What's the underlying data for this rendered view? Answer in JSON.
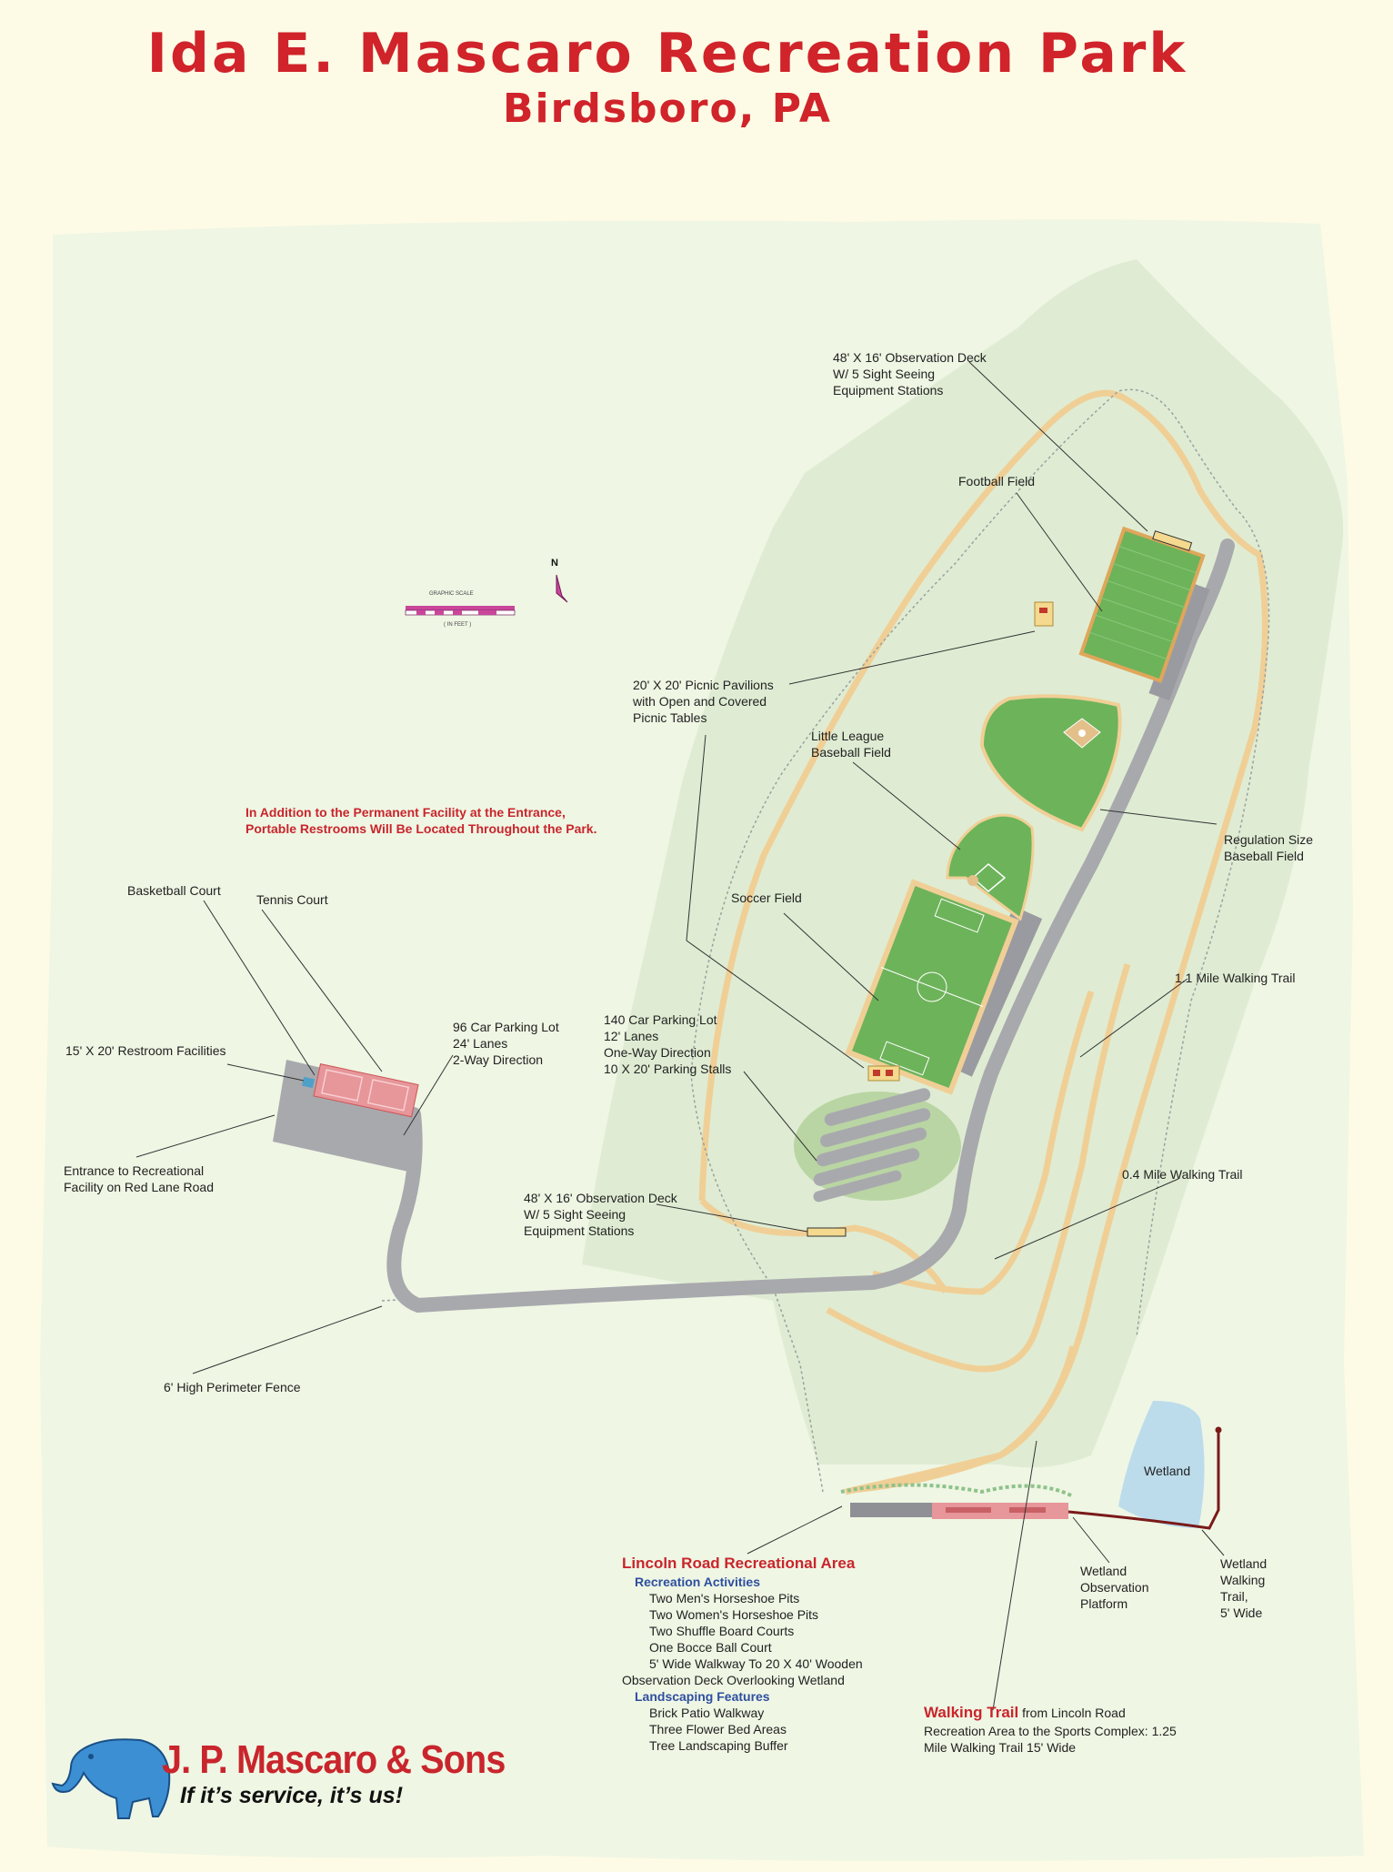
{
  "title": "Ida E. Mascaro Recreation Park",
  "subtitle": "Birdsboro, PA",
  "compass_letter": "N",
  "scale_bar": {
    "label": "GRAPHIC SCALE",
    "units": "( IN FEET )"
  },
  "restroom_note": "In Addition to the Permanent Facility at the Entrance,\nPortable Restrooms Will Be Located Throughout the Park.",
  "labels": {
    "obs_deck_top": "48' X 16' Observation Deck\nW/ 5 Sight Seeing\nEquipment Stations",
    "football_field": "Football Field",
    "picnic_pavilions": "20' X 20' Picnic Pavilions\n with Open and Covered\nPicnic Tables",
    "little_league": "Little League\nBaseball Field",
    "regulation_baseball": "Regulation Size\nBaseball Field",
    "basketball_court": "Basketball Court",
    "tennis_court": "Tennis Court",
    "soccer_field": "Soccer Field",
    "walking_trail_1_1": "1.1 Mile Walking Trail",
    "restroom_facilities": "15' X 20' Restroom Facilities",
    "parking_96": "96 Car Parking Lot\n24' Lanes\n2-Way Direction",
    "parking_140": "140 Car Parking Lot\n12' Lanes\nOne-Way Direction\n10 X 20' Parking Stalls",
    "entrance": "Entrance to Recreational\nFacility on Red Lane Road",
    "obs_deck_bottom": "48' X 16' Observation Deck\nW/ 5 Sight Seeing\nEquipment Stations",
    "walking_trail_0_4": "0.4 Mile Walking Trail",
    "perimeter_fence": "6' High Perimeter Fence",
    "wetland": "Wetland",
    "wetland_platform": "Wetland\nObservation\nPlatform",
    "wetland_trail": "Wetland\nWalking\nTrail,\n5' Wide"
  },
  "lincoln": {
    "heading": "Lincoln Road Recreational Area",
    "activities_heading": "Recreation Activities",
    "activities": [
      "Two Men's Horseshoe Pits",
      "Two Women's Horseshoe Pits",
      "Two Shuffle Board Courts",
      "One Bocce Ball Court",
      "5' Wide Walkway To 20 X 40' Wooden"
    ],
    "activities_tail": "Observation Deck Overlooking Wetland",
    "landscaping_heading": "Landscaping Features",
    "landscaping": [
      "Brick Patio Walkway",
      "Three Flower Bed Areas",
      "Tree Landscaping Buffer"
    ]
  },
  "walking_trail_note": {
    "bold": "Walking Trail",
    "rest": " from Lincoln Road\nRecreation Area to the Sports Complex:  1.25\nMile Walking Trail 15' Wide"
  },
  "company": {
    "name": "J. P. Mascaro & Sons",
    "tagline": "If it’s service, it’s us!"
  },
  "colors": {
    "title_red": "#d0232a",
    "background": "#fdfbe6",
    "park_light": "#eff6e4",
    "park_green": "#dfecd3",
    "field_green": "#6db35a",
    "trail": "#f0cf96",
    "road": "#a8a9ad",
    "wetland_blue": "#bcdcec",
    "logo_blue": "#3c8fd2"
  }
}
